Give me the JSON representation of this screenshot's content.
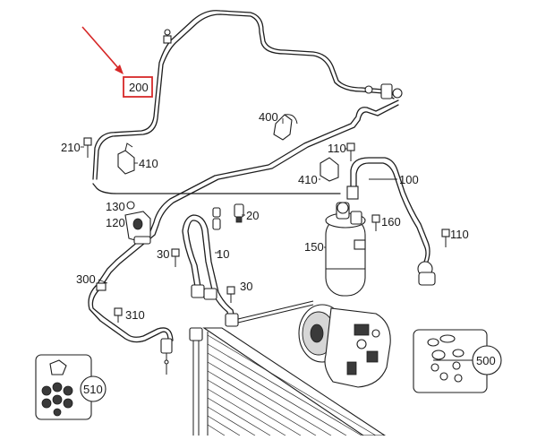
{
  "diagram": {
    "highlight_color": "#d62828",
    "arrow_color": "#d62828",
    "callouts": {
      "c200": "200",
      "c210": "210",
      "c410a": "410",
      "c400": "400",
      "c110": "110",
      "c100": "100",
      "c410b": "410",
      "c130": "130",
      "c120": "120",
      "c20": "20",
      "c160": "160",
      "c150": "150",
      "c110b": "110",
      "c30a": "30",
      "c10": "10",
      "c300": "300",
      "c30b": "30",
      "c310": "310",
      "c500": "500",
      "c510": "510"
    }
  }
}
